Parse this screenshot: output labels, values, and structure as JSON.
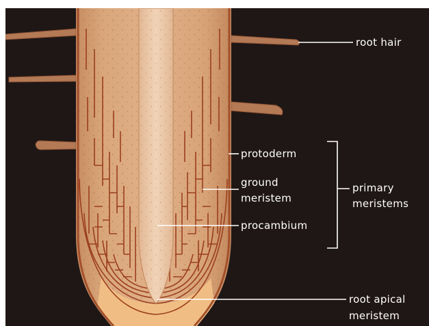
{
  "labels": {
    "root_hair": "root hair",
    "protoderm": "protoderm",
    "ground_meristem_line1": "ground",
    "ground_meristem_line2": "meristem",
    "procambium": "procambium",
    "primary_meristems_line1": "primary",
    "primary_meristems_line2": "meristems",
    "root_apical_meristem_line1": "root apical",
    "root_apical_meristem_line2": "meristem"
  },
  "colors": {
    "background": "#1f1716",
    "root_tissue": "#d49e72",
    "root_edge": "#a2502c",
    "cortex_light": "#e2b48c",
    "vascular_core": "#ecc9aa",
    "cell_walls": "#9b3e1e",
    "apical_zone": "#f0be84",
    "root_hair": "#b47a55",
    "label_text": "#ffffff"
  }
}
